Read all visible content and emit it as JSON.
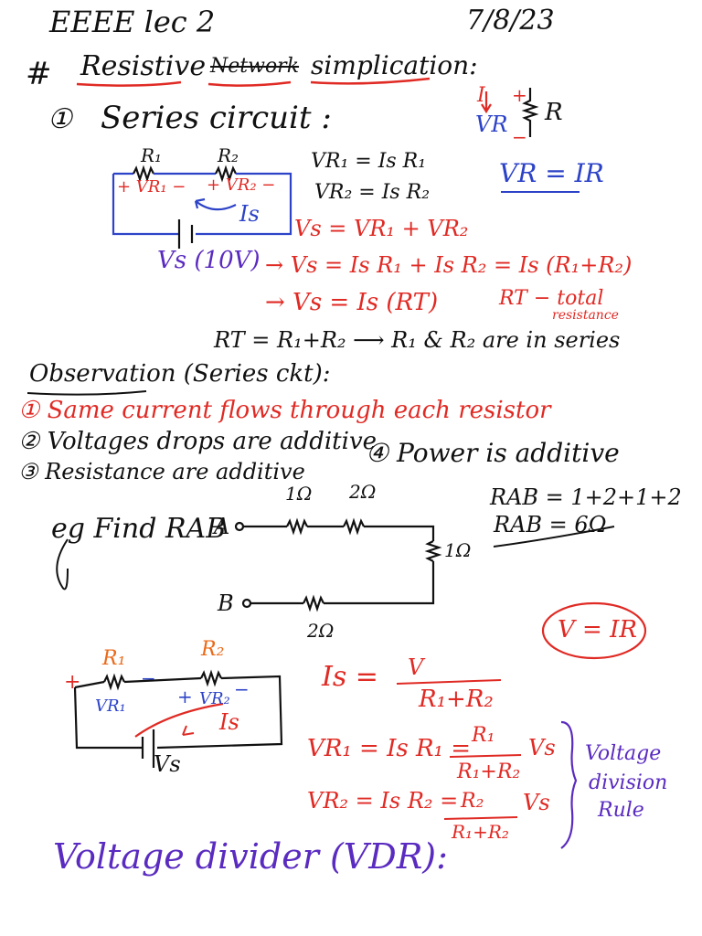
{
  "header": {
    "course": "EEEE lec 2",
    "date": "7/8/23"
  },
  "topic": {
    "hash": "#",
    "word1": "Resistive",
    "word2": "Network",
    "word3": "simplication:"
  },
  "series_section": {
    "num": "①",
    "title": "Series circuit :",
    "r1_label": "R₁",
    "r2_label": "R₂",
    "vr1_label": "+ VR₁ −",
    "vr2_label": "+ VR₂ −",
    "is_label": "Is",
    "vs_label": "Vs (10V)",
    "eq_vr1": "VR₁ = Is R₁",
    "eq_vr2": "VR₂ = Is R₂",
    "eq_vs": "Vs = VR₁ + VR₂",
    "eq_vs_expand": "→ Vs = Is R₁ + Is R₂ = Is (R₁+R₂)",
    "eq_vs_rt": "→ Vs = Is (RT)",
    "rt_note": "RT − total",
    "rt_note2": "resistance",
    "rt_sum": "RT = R₁+R₂ ⟶ R₁ & R₂ are in series"
  },
  "ohm_box": {
    "i_label": "I",
    "plus": "+",
    "vr_label": "VR",
    "minus": "−",
    "r_label": "R",
    "law": "VR = IR"
  },
  "observations": {
    "title": "Observation (Series ckt):",
    "item1": "① Same current flows through each resistor",
    "item2": "② Voltages drops are additive",
    "item3": "③ Resistance are additive",
    "item4": "④ Power is additive"
  },
  "example": {
    "prompt": "eg Find RAB",
    "node_a": "A",
    "node_b": "B",
    "r_top1": "1Ω",
    "r_top2": "2Ω",
    "r_right": "1Ω",
    "r_bottom": "2Ω",
    "ans1": "RAB = 1+2+1+2",
    "ans2": "RAB = 6Ω"
  },
  "vdr_section": {
    "r1_label": "R₁",
    "r2_label": "R₂",
    "plus1": "+",
    "minus1": "−",
    "plus2": "+",
    "minus2": "−",
    "vr1_label": "VR₁",
    "vr2_label": "VR₂",
    "is_label": "Is",
    "vs_label": "Vs",
    "ohm_circled": "V = IR",
    "is_lhs": "Is =",
    "is_num": "V",
    "is_den": "R₁+R₂",
    "vr1_lhs": "VR₁ = Is R₁ =",
    "vr1_num": "R₁",
    "vr1_den": "R₁+R₂",
    "vr1_tail": "Vs",
    "vr2_lhs": "VR₂ = Is R₂ =",
    "vr2_num": "R₂",
    "vr2_den": "R₁+R₂",
    "vr2_tail": "Vs",
    "rule1": "Voltage",
    "rule2": "division",
    "rule3": "Rule",
    "heading": "Voltage divider (VDR):"
  }
}
